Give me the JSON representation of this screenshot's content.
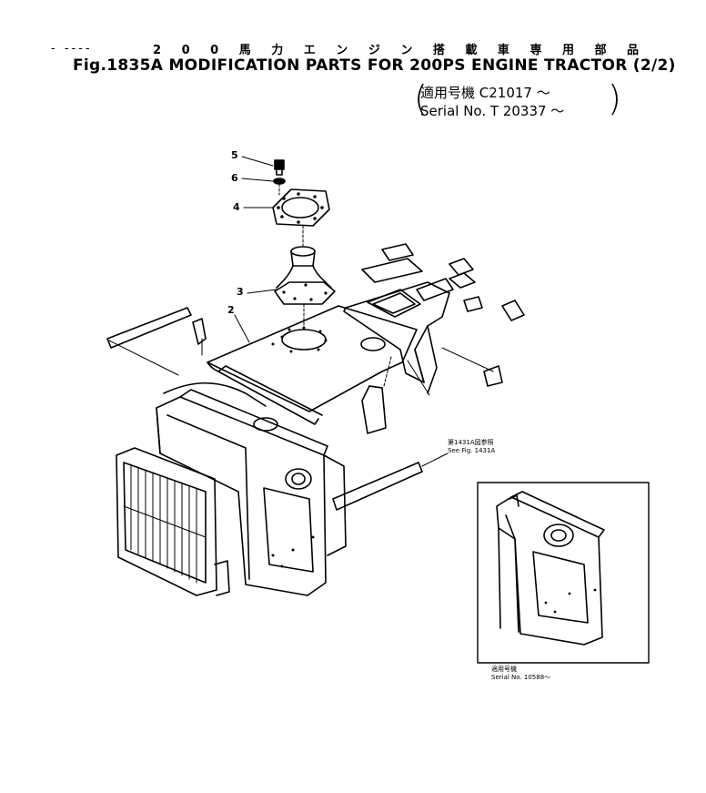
{
  "header": {
    "dash_mark": "- ----",
    "jp_title": "2 0 0 馬 力 エ ン ジ ン 搭 載 車 専 用 部 品",
    "fig_title": "Fig.1835A MODIFICATION  PARTS FOR 200PS ENGINE TRACTOR (2/2)",
    "applic_jp": "適用号機  C21017 ～",
    "applic_serial": "Serial  No. T 20337 ～"
  },
  "callouts": {
    "c5": "5",
    "c6": "6",
    "c4": "4",
    "c3": "3",
    "c2": "2"
  },
  "reference": {
    "jp": "第1431A図参照",
    "en": "See Fig. 1431A"
  },
  "inset": {
    "caption_jp": "適用号機",
    "caption_serial": "Serial No. 10588～"
  }
}
